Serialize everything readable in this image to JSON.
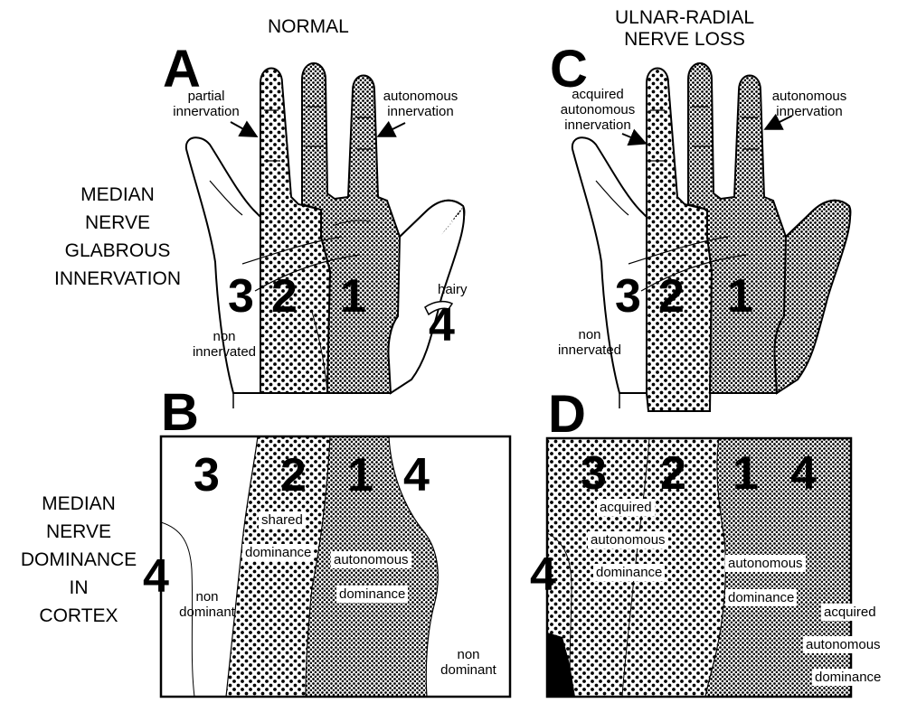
{
  "headings": {
    "normal": "NORMAL",
    "loss_line1": "ULNAR-RADIAL",
    "loss_line2": "NERVE LOSS"
  },
  "row_labels": {
    "top": [
      "MEDIAN",
      "NERVE",
      "GLABROUS",
      "INNERVATION"
    ],
    "bottom": [
      "MEDIAN",
      "NERVE",
      "DOMINANCE",
      "IN",
      "CORTEX"
    ]
  },
  "panels": {
    "A": {
      "letter": "A",
      "callout_left": [
        "partial",
        "innervation"
      ],
      "callout_right": [
        "autonomous",
        "innervation"
      ],
      "zones": [
        "3",
        "2",
        "1"
      ],
      "hairy_label": "hairy",
      "hairy_zone": "4",
      "non_innervated": [
        "non",
        "innervated"
      ]
    },
    "B": {
      "letter": "B",
      "zones": [
        "3",
        "2",
        "1",
        "4"
      ],
      "side_zone": "4",
      "shared_words": [
        "shared",
        "dominance"
      ],
      "autonomous_words": [
        "autonomous",
        "dominance"
      ],
      "left_non_dominant": [
        "non",
        "dominant"
      ],
      "right_non_dominant": [
        "non",
        "dominant"
      ]
    },
    "C": {
      "letter": "C",
      "callout_left": [
        "acquired",
        "autonomous",
        "innervation"
      ],
      "callout_right": [
        "autonomous",
        "innervation"
      ],
      "zones": [
        "3",
        "2",
        "1"
      ],
      "non_innervated": [
        "non",
        "innervated"
      ]
    },
    "D": {
      "letter": "D",
      "zones": [
        "3",
        "2",
        "1",
        "4"
      ],
      "side_zone": "4",
      "acquired_words": [
        "acquired",
        "autonomous",
        "dominance"
      ],
      "autonomous_words": [
        "autonomous",
        "dominance"
      ],
      "right_words": [
        "acquired",
        "autonomous",
        "dominance"
      ]
    }
  }
}
